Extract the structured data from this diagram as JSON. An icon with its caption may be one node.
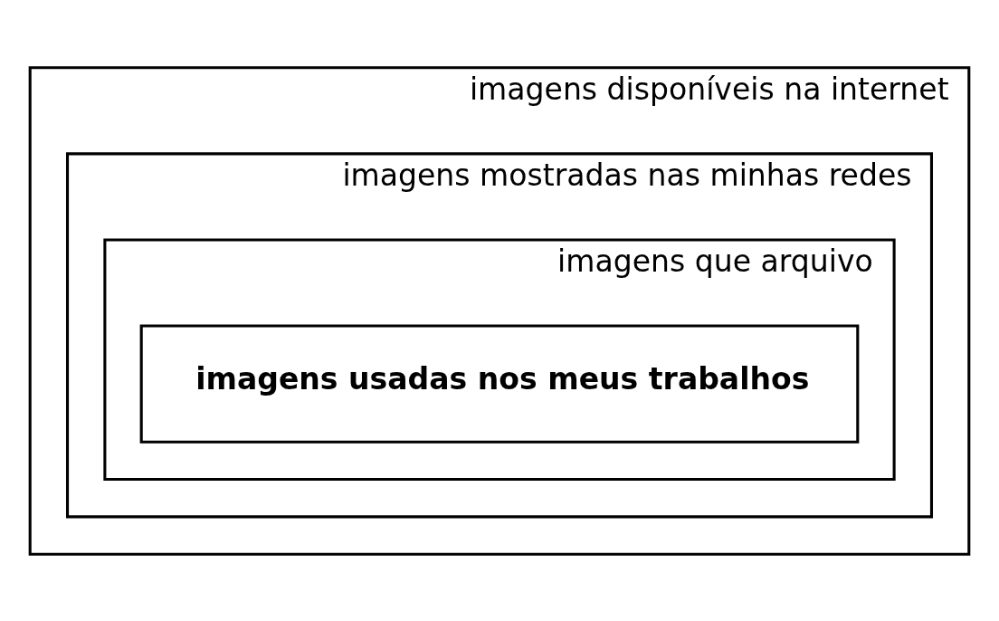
{
  "diagram": {
    "nodes": [
      {
        "text": [
          "imagens disponíveis na internet"
        ]
      },
      {
        "text": [
          "imagens mostradas nas minhas redes"
        ],
        "in": 0
      },
      {
        "text": [
          "imagens que arquivo"
        ],
        "in": 1
      },
      {
        "text": [
          "imagens usadas nos meus trabalhos"
        ],
        "in": 2
      }
    ]
  }
}
